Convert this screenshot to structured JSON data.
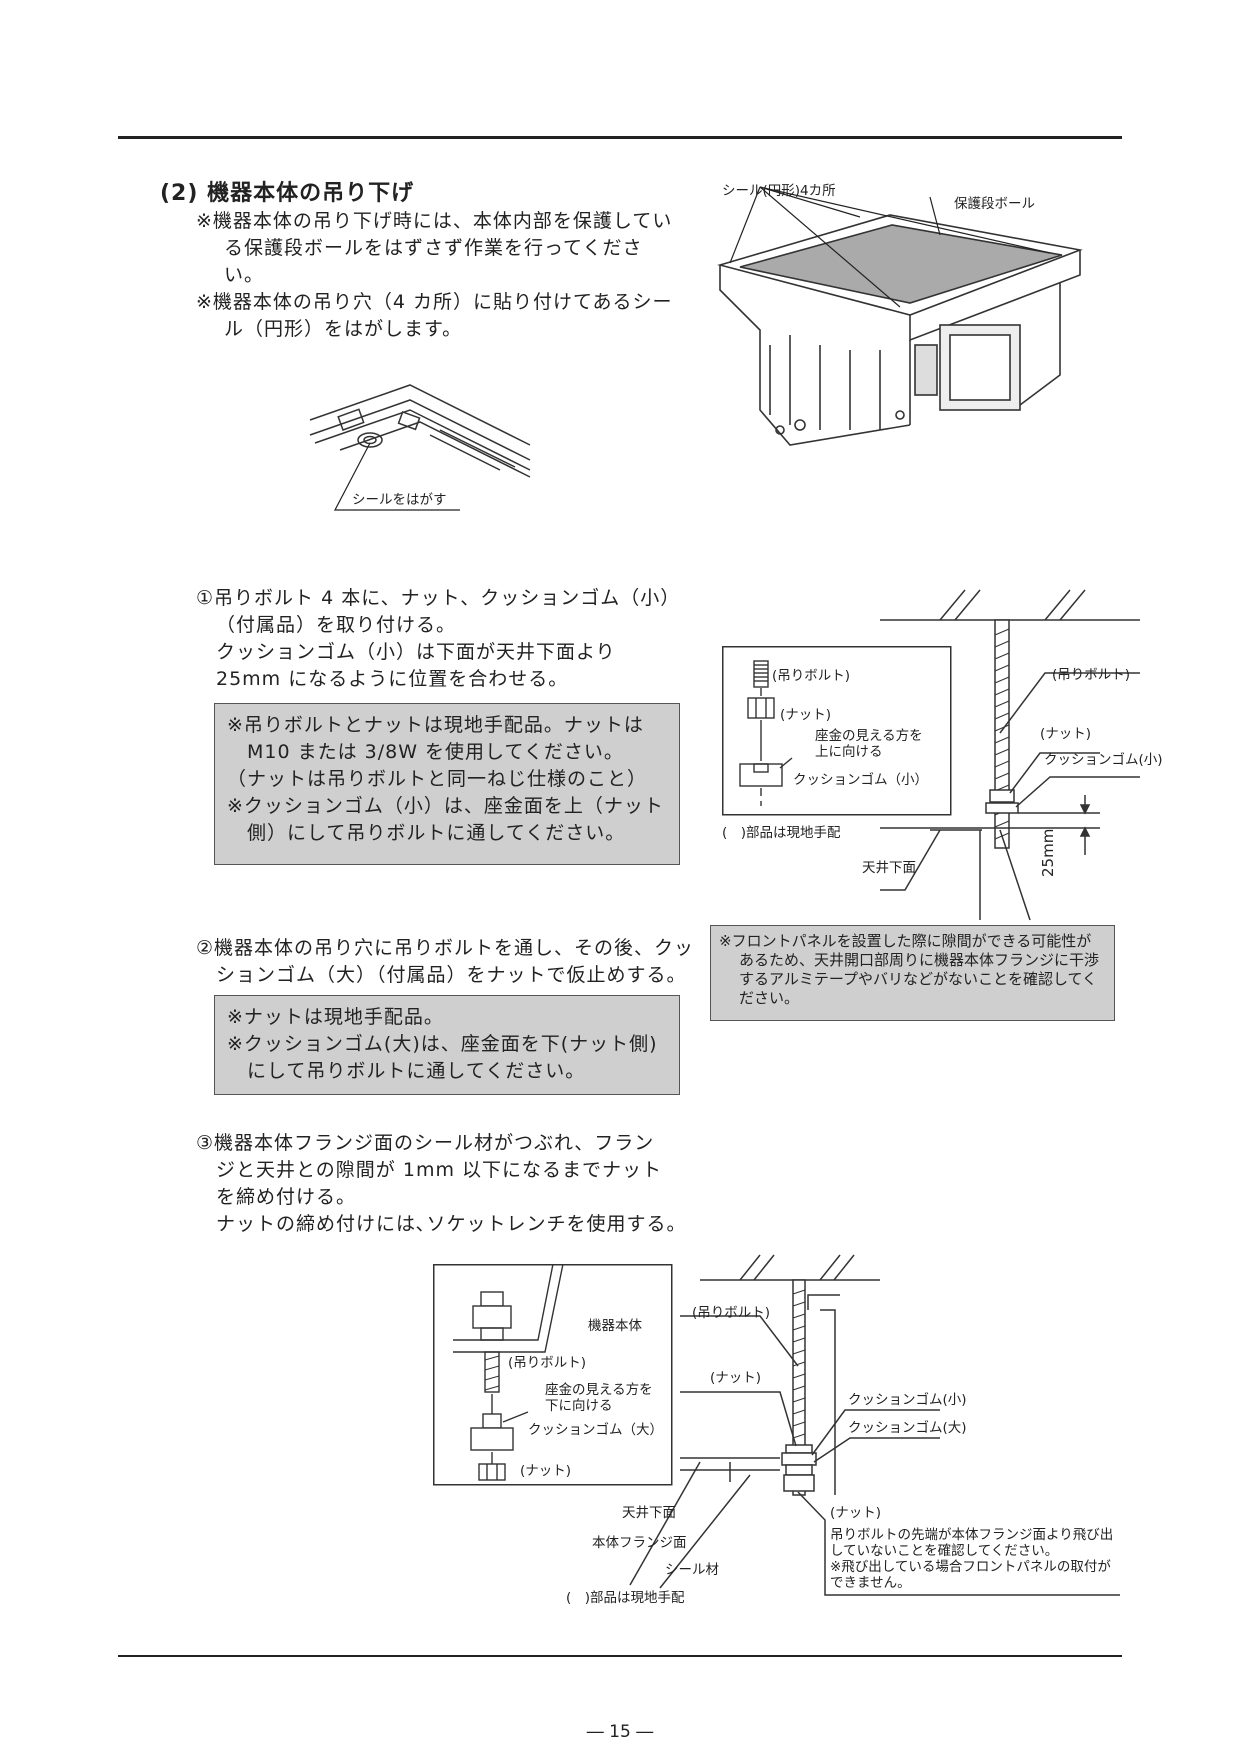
{
  "section": {
    "title": "(2) 機器本体の吊り下げ",
    "notes": [
      "※機器本体の吊り下げ時には、本体内部を保護している保護段ボールをはずさず作業を行ってください。",
      "※機器本体の吊り穴（4 カ所）に貼り付けてあるシール（円形）をはがします。"
    ]
  },
  "figure_top_right": {
    "label_seal": "シール(円形)4カ所",
    "label_cardboard": "保護段ボール"
  },
  "figure_seal": {
    "label": "シールをはがす"
  },
  "step1": {
    "text_1": "①吊りボルト 4 本に、ナット、クッションゴム（小）",
    "text_2": "（付属品）を取り付ける。",
    "text_3": "クッションゴム（小）は下面が天井下面より",
    "text_4": "25mm になるように位置を合わせる。",
    "box_1": "※吊りボルトとナットは現地手配品。ナットは M10 または 3/8W を使用してください。",
    "box_2": "（ナットは吊りボルトと同一ねじ仕様のこと）",
    "box_3": "※クッションゴム（小）は、座金面を上（ナット側）にして吊りボルトに通してください。"
  },
  "figure_mid": {
    "inset_bolt": "(吊りボルト)",
    "inset_nut": "(ナット)",
    "inset_washer": "座金の見える方を上に向ける",
    "inset_cushion": "クッションゴム（小）",
    "inset_note": "(　)部品は現地手配",
    "label_bolt": "(吊りボルト)",
    "label_nut": "(ナット)",
    "label_cushion": "クッションゴム(小)",
    "label_ceiling": "天井下面",
    "label_dim": "25mm"
  },
  "warning_box": {
    "text": "※フロントパネルを設置した際に隙間ができる可能性があるため、天井開口部周りに機器本体フランジに干渉するアルミテープやバリなどがないことを確認してください。"
  },
  "step2": {
    "text_1": "②機器本体の吊り穴に吊りボルトを通し、その後、クッ",
    "text_2": "ションゴム（大）（付属品）をナットで仮止めする。",
    "box_1": "※ナットは現地手配品。",
    "box_2": "※クッションゴム(大)は、座金面を下(ナット側)にして吊りボルトに通してください。"
  },
  "step3": {
    "text_1": "③機器本体フランジ面のシール材がつぶれ、フラン",
    "text_2": "ジと天井との隙間が 1mm 以下になるまでナット",
    "text_3": "を締め付ける。",
    "text_4": "ナットの締め付けには､ソケットレンチを使用する。"
  },
  "figure_bottom": {
    "inset_body": "機器本体",
    "inset_bolt": "(吊りボルト)",
    "inset_washer": "座金の見える方を下に向ける",
    "inset_cushion": "クッションゴム（大）",
    "inset_nut": "(ナット)",
    "label_bolt": "(吊りボルト)",
    "label_nut_top": "(ナット)",
    "label_cushion_small": "クッションゴム(小)",
    "label_cushion_large": "クッションゴム(大)",
    "label_ceiling": "天井下面",
    "label_flange": "本体フランジ面",
    "label_seal": "シール材",
    "label_parts": "(　)部品は現地手配",
    "label_nut_bottom": "(ナット)",
    "note_1": "吊りボルトの先端が本体フランジ面より飛び出していないことを確認してください。",
    "note_2": "※飛び出している場合フロントパネルの取付ができません。"
  },
  "footer": {
    "page_number": "― 15 ―"
  }
}
